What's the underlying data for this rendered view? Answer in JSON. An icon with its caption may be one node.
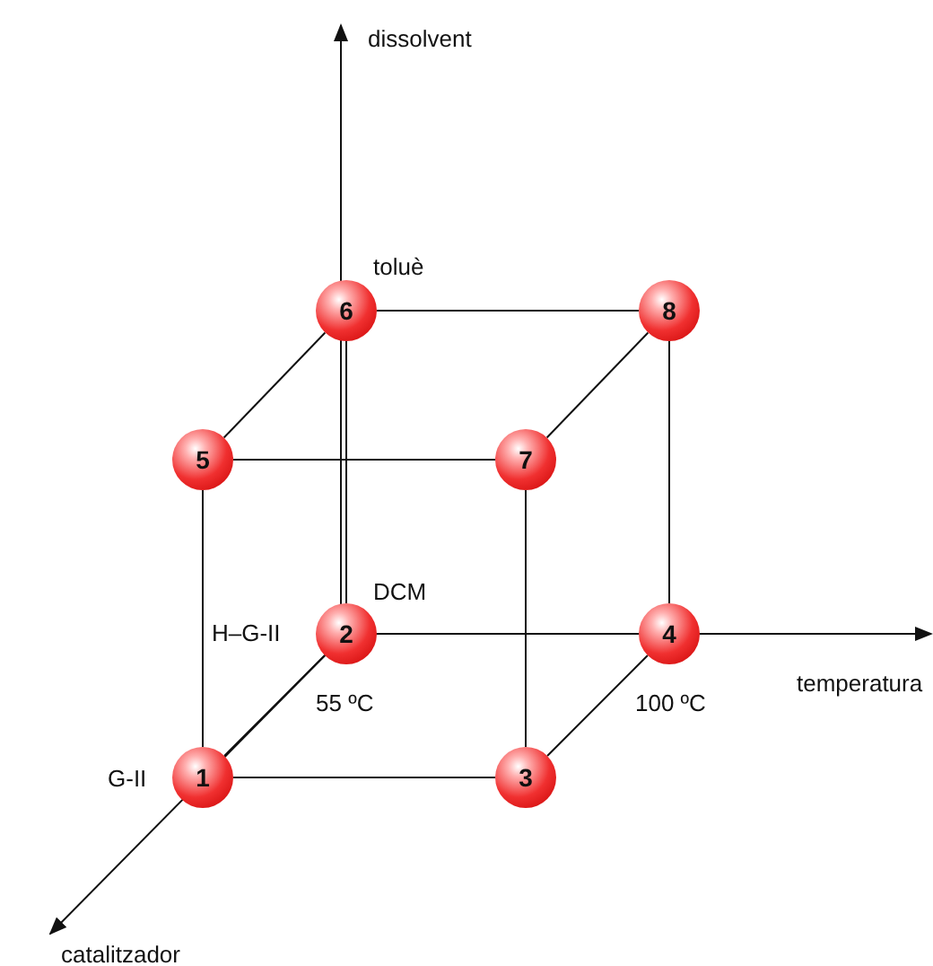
{
  "diagram": {
    "nodes": [
      {
        "text": [
          "1"
        ]
      },
      {
        "text": [
          "2"
        ]
      },
      {
        "text": [
          "3"
        ]
      },
      {
        "text": [
          "4"
        ]
      },
      {
        "text": [
          "5"
        ]
      },
      {
        "text": [
          "6"
        ]
      },
      {
        "text": [
          "7"
        ]
      },
      {
        "text": [
          "8"
        ]
      }
    ],
    "edges": [
      {
        "from": 0,
        "to": 1,
        "arrow": "none"
      },
      {
        "from": 0,
        "to": 2,
        "arrow": "none"
      },
      {
        "from": 0,
        "to": 4,
        "arrow": "none"
      },
      {
        "from": 1,
        "to": 3,
        "arrow": "none"
      },
      {
        "from": 1,
        "to": 5,
        "arrow": "none"
      },
      {
        "from": 2,
        "to": 3,
        "arrow": "none"
      },
      {
        "from": 2,
        "to": 6,
        "arrow": "none"
      },
      {
        "from": 3,
        "to": 7,
        "arrow": "none"
      },
      {
        "from": 4,
        "to": 5,
        "arrow": "none"
      },
      {
        "from": 4,
        "to": 6,
        "arrow": "none"
      },
      {
        "from": 5,
        "to": 7,
        "arrow": "none"
      },
      {
        "from": 6,
        "to": 7,
        "arrow": "none"
      }
    ],
    "labels": [
      "dissolvent",
      "toluè",
      "DCM",
      "H–G-II",
      "temperatura",
      "55 ºC",
      "100 ºC",
      "G-II",
      "catalitzador"
    ]
  }
}
